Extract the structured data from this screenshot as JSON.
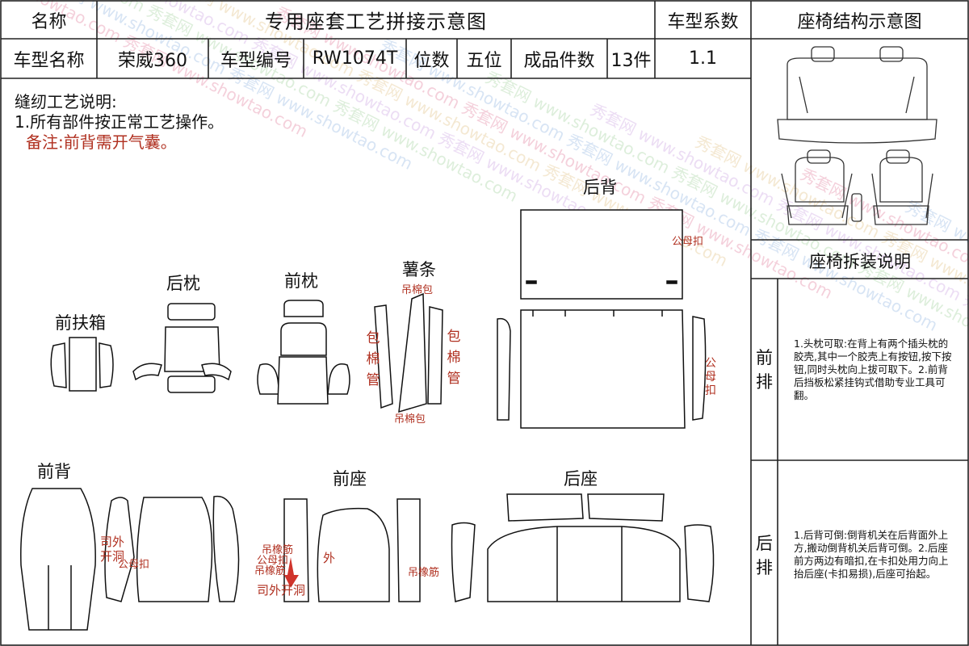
{
  "header": {
    "name_label": "名称",
    "title": "专用座套工艺拼接示意图",
    "coef_label": "车型系数",
    "structure_title": "座椅结构示意图"
  },
  "info": {
    "model_name_label": "车型名称",
    "model_name": "荣威360",
    "model_code_label": "车型编号",
    "model_code": "RW1074T",
    "seats_label": "位数",
    "seats": "五位",
    "pieces_label": "成品件数",
    "pieces": "13件",
    "coef": "1.1"
  },
  "notes": {
    "title": "缝纫工艺说明:",
    "line1": "1.所有部件按正常工艺操作。",
    "remark": "备注:前背需开气囊。"
  },
  "parts": {
    "front_armrest": "前扶箱",
    "rear_pillow": "后枕",
    "front_pillow": "前枕",
    "strip": "薯条",
    "rear_back": "后背",
    "front_back": "前背",
    "front_seat": "前座",
    "rear_seat": "后座"
  },
  "annotations": {
    "hang_cotton_top": "吊棉包",
    "hang_cotton_bottom": "吊棉包",
    "wrap_cotton_left": "包棉管",
    "wrap_cotton_right": "包棉管",
    "snap_rear_back": "公母扣",
    "snap_rear_back_side": "公母扣",
    "driver_outer_hole_1": "司外开洞",
    "snap_front_back": "公母扣",
    "hang_rubber_1": "吊橡筋",
    "snap_front_seat": "公母扣",
    "hang_rubber_2": "吊橡筋",
    "outer": "外",
    "driver_outer_hole_2": "司外开洞",
    "hang_rubber_3": "吊橡筋"
  },
  "sidebar": {
    "manual_title": "座椅拆装说明",
    "front_row_label": "前排",
    "front_row_text": "1.头枕可取:在背上有两个插头枕的胶壳,其中一个胶壳上有按钮,按下按钮,同时头枕向上拔可取下。2.前背后挡板松紧挂钩式借助专业工具可翻。",
    "rear_row_label": "后排",
    "rear_row_text": "1.后背可倒:倒背机关在后背面外上方,搬动倒背机关后背可倒。2.后座前方两边有暗扣,在卡扣处用力向上抬后座(卡扣易损),后座可抬起。"
  },
  "watermark": {
    "text_cn": "秀套网",
    "text_en": "www.showtao.com"
  }
}
